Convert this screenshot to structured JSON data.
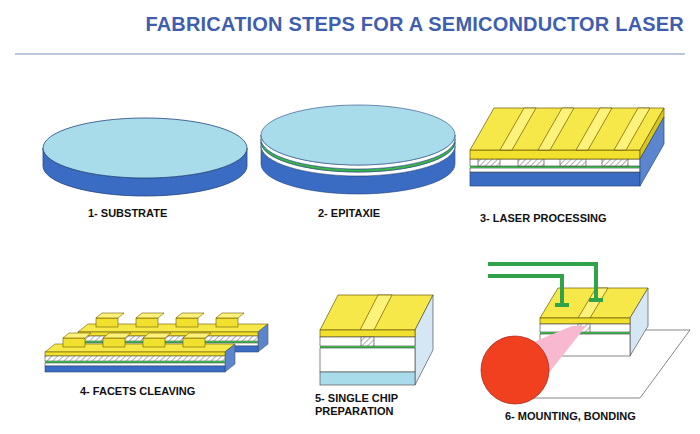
{
  "diagram": {
    "title": "FABRICATION STEPS FOR A SEMICONDUCTOR LASER",
    "labels": [
      "1- SUBSTRATE",
      "2- EPITAXIE",
      "3- LASER PROCESSING",
      "4- FACETS CLEAVING",
      "5- SINGLE CHIP PREPARATION",
      "6- MOUNTING, BONDING"
    ]
  }
}
